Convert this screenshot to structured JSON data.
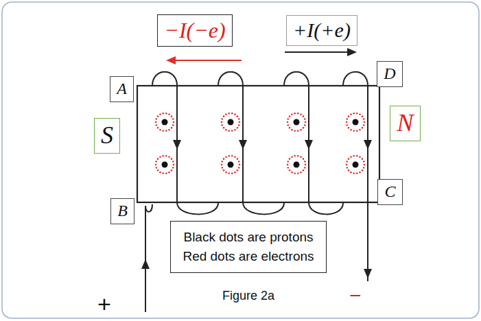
{
  "diagram": {
    "nodes": [
      {
        "text": [
          "−I(−e)"
        ]
      },
      {
        "text": [
          "+I(+e)"
        ]
      },
      {
        "text": [
          "A"
        ]
      },
      {
        "text": [
          "D"
        ]
      },
      {
        "text": [
          "S"
        ]
      },
      {
        "text": [
          "N"
        ]
      },
      {
        "text": [
          "B"
        ]
      },
      {
        "text": [
          "C"
        ]
      },
      {
        "text": [
          "Black dots are protons",
          "Red dots are electrons"
        ]
      }
    ],
    "labels": [
      "+",
      "−",
      "Figure 2a"
    ]
  }
}
